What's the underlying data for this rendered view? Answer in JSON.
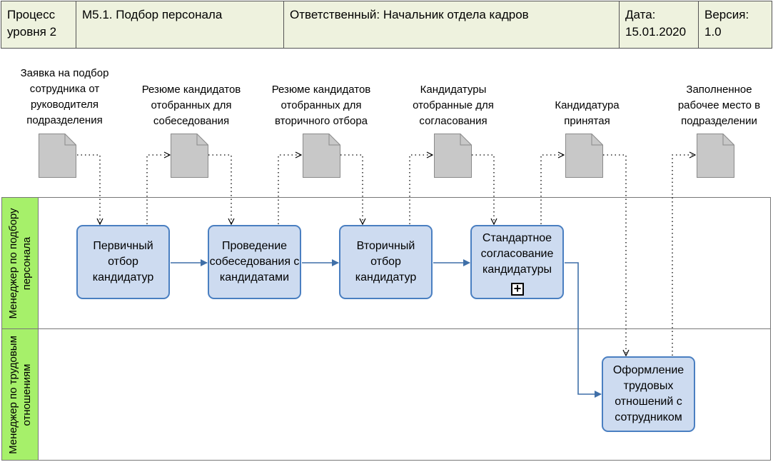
{
  "header": {
    "level": "Процесс\nуровня 2",
    "process": "М5.1.  Подбор персонала",
    "owner": "Ответственный: Начальник отдела кадров",
    "date": "Дата:\n15.01.2020",
    "version": "Версия:\n1.0"
  },
  "documents": [
    {
      "label": "Заявка на подбор\nсотрудника от\nруководителя\nподразделения"
    },
    {
      "label": "Резюме кандидатов\nотобранных для\nсобеседования"
    },
    {
      "label": "Резюме кандидатов\nотобранных для\nвторичного отбора"
    },
    {
      "label": "Кандидатуры\nотобранные для\nсогласования"
    },
    {
      "label": "Кандидатура\nпринятая"
    },
    {
      "label": "Заполненное\nрабочее место в\nподразделении"
    }
  ],
  "lanes": [
    {
      "title": "Менеджер по подбору\nперсонала"
    },
    {
      "title": "Менеджер по трудовым\nотношениям"
    }
  ],
  "tasks": [
    {
      "label": "Первичный\nотбор\nкандидатур"
    },
    {
      "label": "Проведение\nсобеседования с\nкандидатами"
    },
    {
      "label": "Вторичный отбор\nкандидатур"
    },
    {
      "label": "Стандартное\nсогласование\nкандидатуры"
    },
    {
      "label": "Оформление\nтрудовых\nотношений с\nсотрудником"
    }
  ],
  "subprocess_marker": "+",
  "colors": {
    "header_fill": "#eef2de",
    "lane_header": "#a6f06a",
    "task_fill": "#cddbf0",
    "task_border": "#4a7fc1",
    "document_fill": "#c8c8c8",
    "flow": "#3f6fa8"
  }
}
